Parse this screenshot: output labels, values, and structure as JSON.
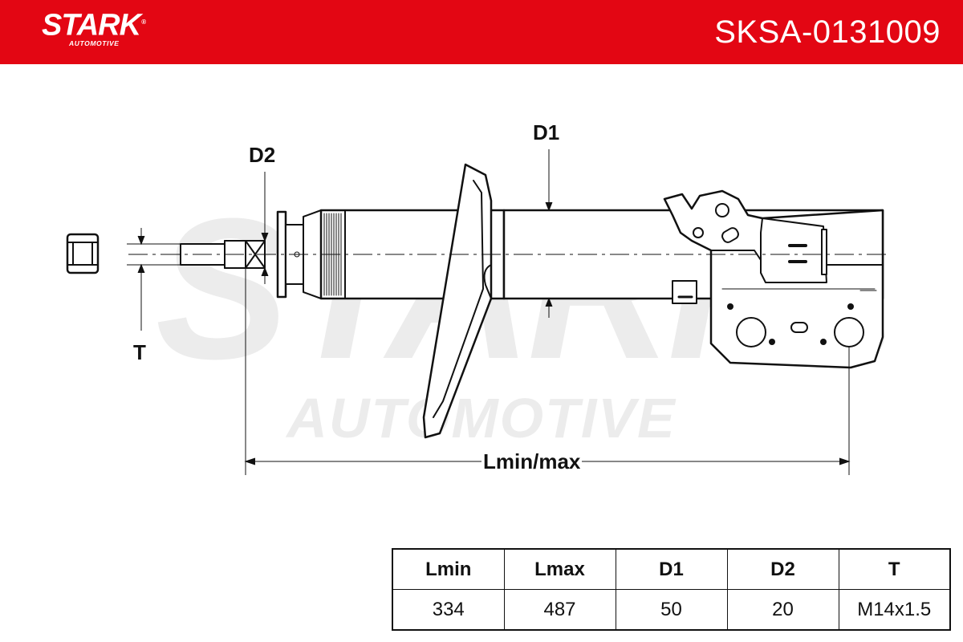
{
  "header": {
    "brand_name": "STARK",
    "brand_registered": "®",
    "brand_subtitle": "AUTOMOTIVE",
    "part_number": "SKSA-0131009"
  },
  "watermark": {
    "main": "STARK",
    "sub": "AUTOMOTIVE",
    "registered": "R"
  },
  "drawing": {
    "labels": {
      "d1": "D1",
      "d2": "D2",
      "t": "T",
      "length": "Lmin/max"
    }
  },
  "specs": {
    "headers": [
      "Lmin",
      "Lmax",
      "D1",
      "D2",
      "T"
    ],
    "values": [
      "334",
      "487",
      "50",
      "20",
      "M14x1.5"
    ]
  },
  "colors": {
    "brand_red": "#e30613",
    "line": "#111111",
    "watermark": "#ececec"
  }
}
